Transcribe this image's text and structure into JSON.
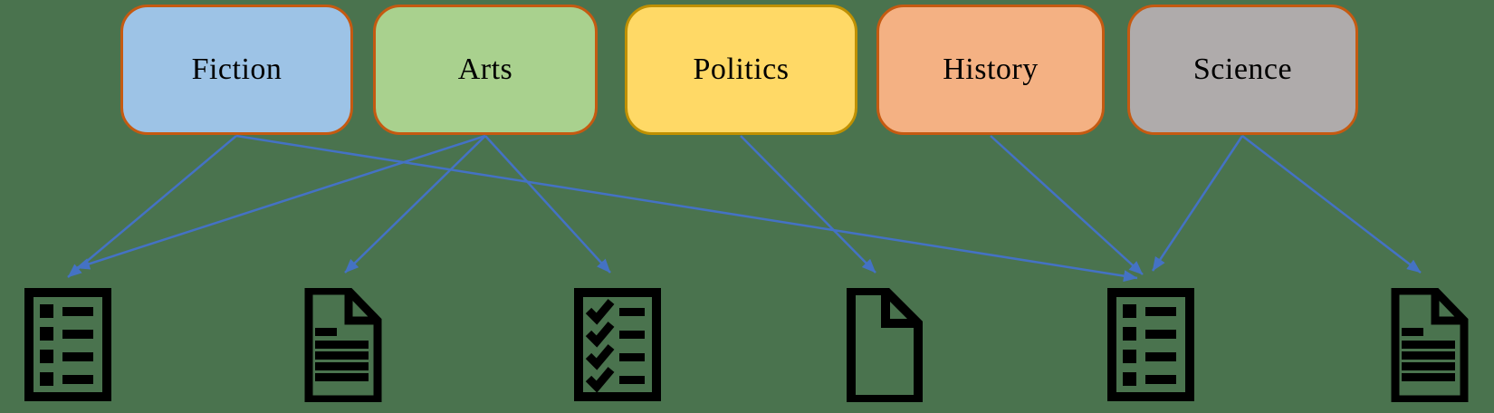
{
  "diagram": {
    "background_color": "#4A734E",
    "arrow_color": "#4472C4",
    "icon_color": "#000000",
    "categories": [
      {
        "id": "fiction",
        "label": "Fiction",
        "fill": "#9DC3E6",
        "border": "#C55A11"
      },
      {
        "id": "arts",
        "label": "Arts",
        "fill": "#A9D18E",
        "border": "#C55A11"
      },
      {
        "id": "politics",
        "label": "Politics",
        "fill": "#FFD966",
        "border": "#BF9000"
      },
      {
        "id": "history",
        "label": "History",
        "fill": "#F4B183",
        "border": "#C55A11"
      },
      {
        "id": "science",
        "label": "Science",
        "fill": "#AFABAB",
        "border": "#C55A11"
      }
    ],
    "documents": [
      {
        "id": "doc1",
        "icon": "list-document-icon"
      },
      {
        "id": "doc2",
        "icon": "text-document-icon"
      },
      {
        "id": "doc3",
        "icon": "checklist-document-icon"
      },
      {
        "id": "doc4",
        "icon": "blank-document-icon"
      },
      {
        "id": "doc5",
        "icon": "list-document-icon"
      },
      {
        "id": "doc6",
        "icon": "text-document-icon"
      }
    ],
    "edges": [
      {
        "from": "fiction",
        "to": "doc1"
      },
      {
        "from": "fiction",
        "to": "doc5"
      },
      {
        "from": "arts",
        "to": "doc1"
      },
      {
        "from": "arts",
        "to": "doc2"
      },
      {
        "from": "arts",
        "to": "doc3"
      },
      {
        "from": "politics",
        "to": "doc4"
      },
      {
        "from": "history",
        "to": "doc5"
      },
      {
        "from": "science",
        "to": "doc5"
      },
      {
        "from": "science",
        "to": "doc6"
      }
    ]
  }
}
